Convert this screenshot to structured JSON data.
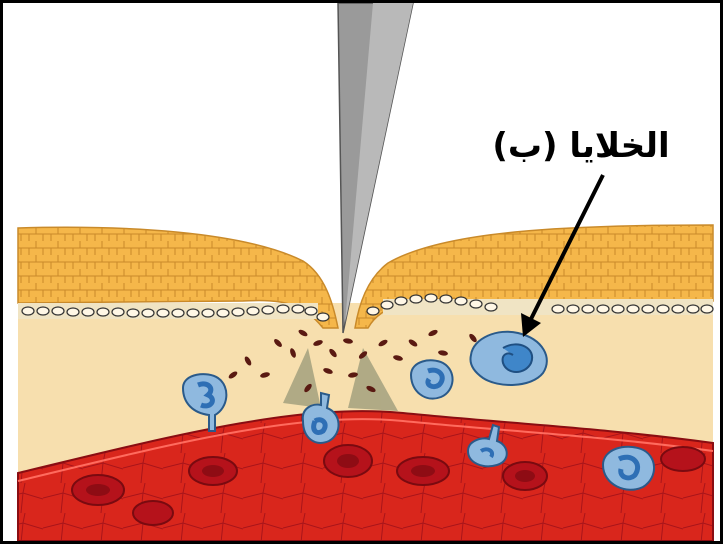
{
  "diagram": {
    "label_text": "الخلايا (ب)",
    "colors": {
      "skin_surface": "#f5b74a",
      "skin_lines": "#c98a2a",
      "tissue": "#f7dfae",
      "blood_vessel": "#d9261c",
      "red_cell": "#b5121b",
      "immune_cell": "#8fb9df",
      "immune_nucleus": "#2e6fb5",
      "needle": "#9a9a9a",
      "border": "#000000"
    },
    "elements": [
      "needle-icon",
      "skin-layer",
      "dermis-tissue",
      "blood-vessel",
      "red-blood-cells",
      "immune-cells",
      "bacteria-particles",
      "pointer-arrow"
    ]
  }
}
